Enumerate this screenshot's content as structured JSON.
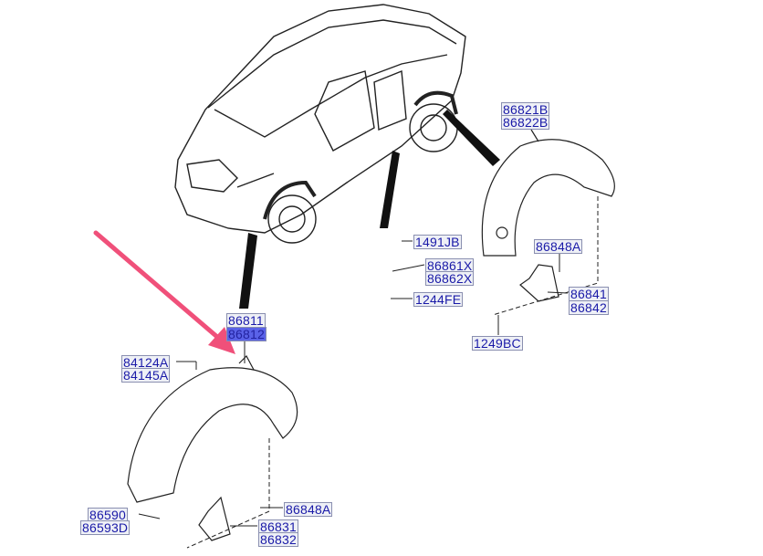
{
  "diagram": {
    "arrow_color": "#f0507a",
    "label_text_color": "#1a1aa8",
    "rear_wheel_guard": {
      "parts": [
        "86821B",
        "86822B"
      ]
    },
    "rear_fasteners": {
      "clip": "1491JB",
      "bracket": [
        "86861X",
        "86862X"
      ],
      "screw": "1244FE",
      "nut": "86848A",
      "mud_guard": [
        "86841",
        "86842"
      ],
      "bolt": "1249BC"
    },
    "front_wheel_guard": {
      "parts": [
        "86811",
        "86812"
      ],
      "highlighted": "86812"
    },
    "front_fasteners": {
      "nut_top": [
        "84124A",
        "84145A"
      ],
      "bracket": [
        "86590",
        "86593D"
      ],
      "nut": "86848A",
      "mud_guard": [
        "86831",
        "86832"
      ]
    }
  }
}
